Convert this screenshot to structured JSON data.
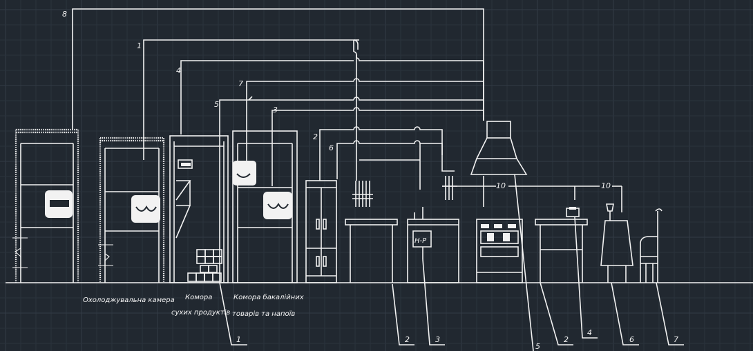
{
  "labels": {
    "cold_room": "Охолоджувальна камера",
    "dry_room_l1": "Комора",
    "dry_room_l2": "сухих продуктів",
    "grocery_l1": "Комора бакалійних",
    "grocery_l2": "товарів та напоїв"
  },
  "leader_numbers": {
    "n8": "8",
    "n1": "1",
    "n4": "4",
    "n7": "7",
    "n5": "5",
    "n3": "3",
    "n2": "2",
    "n6": "6",
    "n10a": "10",
    "n10b": "10"
  },
  "bottom_numbers": {
    "b1": "1",
    "b2a": "2",
    "b3": "3",
    "b5": "5",
    "b2b": "2",
    "b4": "4",
    "b6": "6",
    "b7": "7"
  },
  "sink_text": "Н-Р",
  "colors": {
    "background": "#212830",
    "grid": "#2b333d",
    "lines": "#f2f2f2"
  }
}
